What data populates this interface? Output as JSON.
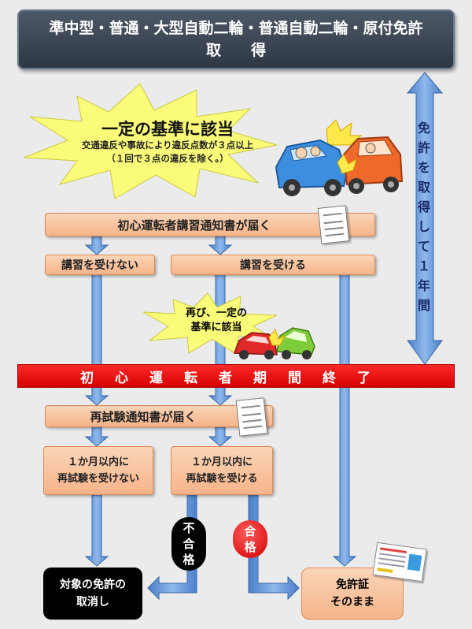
{
  "header": {
    "line1": "準中型・普通・大型自動二輪・普通自動二輪・原付免許",
    "line2": "取　　得"
  },
  "burst1": {
    "title": "一定の基準に該当",
    "text1": "交通違反や事故により違反点数が３点以上",
    "text2": "（１回で３点の違反を除く。）"
  },
  "side_label": "免許を取得して１年間",
  "notice1": "初心運転者講習通知書が届く",
  "no_course": "講習を受けない",
  "take_course": "講習を受ける",
  "burst2": {
    "line1": "再び、一定の",
    "line2": "基準に該当"
  },
  "period_end": "初心運転者期間終了",
  "notice2": "再試験通知書が届く",
  "no_retest": {
    "line1": "１か月以内に",
    "line2": "再試験を受けない"
  },
  "retest": {
    "line1": "１か月以内に",
    "line2": "再試験を受ける"
  },
  "fail": "不合格",
  "pass": "合格",
  "cancel": {
    "line1": "対象の免許の",
    "line2": "取消し"
  },
  "keep": {
    "line1": "免許証",
    "line2": "そのまま"
  },
  "colors": {
    "arrow": "#5b8fd6",
    "header": "#3a4452",
    "red_bar": "#e00000",
    "salmon": "#f8c29e",
    "burst": "#fbfb7a"
  }
}
